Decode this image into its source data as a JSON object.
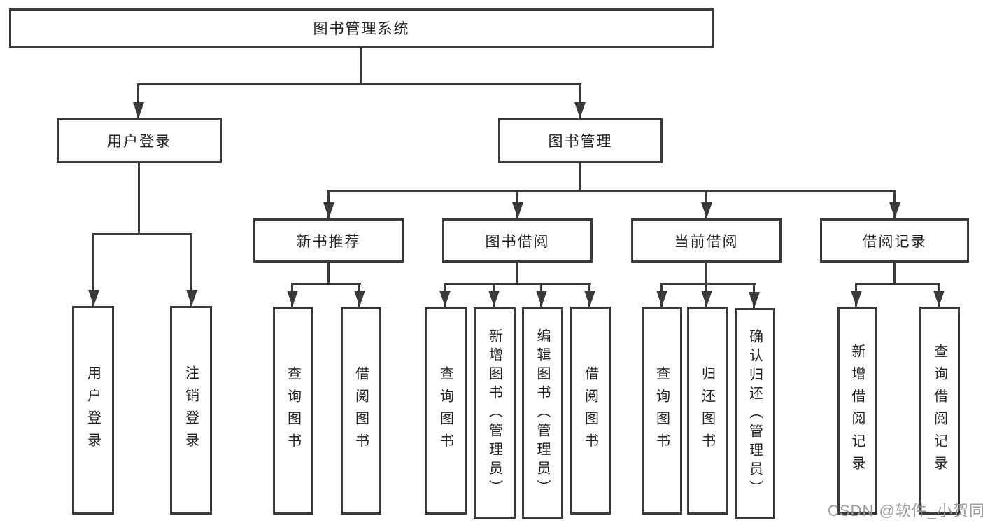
{
  "tree": {
    "label": "图书管理系统",
    "children": [
      {
        "label": "用户登录",
        "children": [
          {
            "label": "用户登录"
          },
          {
            "label": "注销登录"
          }
        ]
      },
      {
        "label": "图书管理",
        "children": [
          {
            "label": "新书推荐",
            "children": [
              {
                "label": "查询图书"
              },
              {
                "label": "借阅图书"
              }
            ]
          },
          {
            "label": "图书借阅",
            "children": [
              {
                "label": "查询图书"
              },
              {
                "label": "新增图书（管理员）"
              },
              {
                "label": "编辑图书（管理员）"
              },
              {
                "label": "借阅图书"
              }
            ]
          },
          {
            "label": "当前借阅",
            "children": [
              {
                "label": "查询图书"
              },
              {
                "label": "归还图书"
              },
              {
                "label": "确认归还（管理员）"
              }
            ]
          },
          {
            "label": "借阅记录",
            "children": [
              {
                "label": "新增借阅记录"
              },
              {
                "label": "查询借阅记录"
              }
            ]
          }
        ]
      }
    ]
  },
  "watermark": "CSDN @软件_小贺同学",
  "colors": {
    "line": "#3a3a3a",
    "text": "#222222",
    "background": "#ffffff",
    "watermark": "#9a9a9a"
  }
}
